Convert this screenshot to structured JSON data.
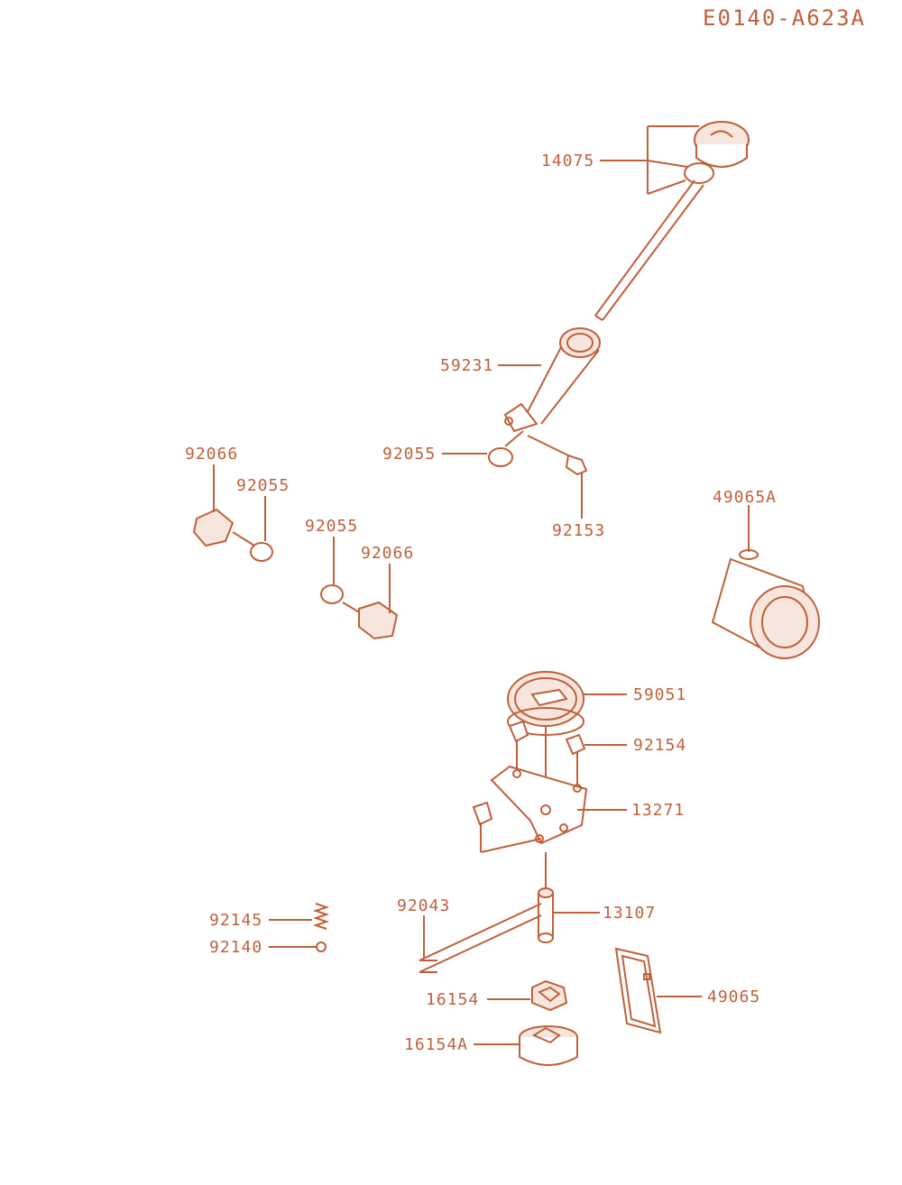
{
  "diagram_code": "E0140-A623A",
  "colors": {
    "ink": "#c0603a",
    "background": "#ffffff"
  },
  "parts": {
    "p14075": "14075",
    "p59231": "59231",
    "p92055_a": "92055",
    "p92153": "92153",
    "p92066_a": "92066",
    "p92055_b": "92055",
    "p92055_c": "92055",
    "p92066_b": "92066",
    "p49065A": "49065A",
    "p59051": "59051",
    "p92154": "92154",
    "p13271": "13271",
    "p92145": "92145",
    "p92140": "92140",
    "p92043": "92043",
    "p13107": "13107",
    "p16154": "16154",
    "p49065": "49065",
    "p16154A": "16154A"
  }
}
